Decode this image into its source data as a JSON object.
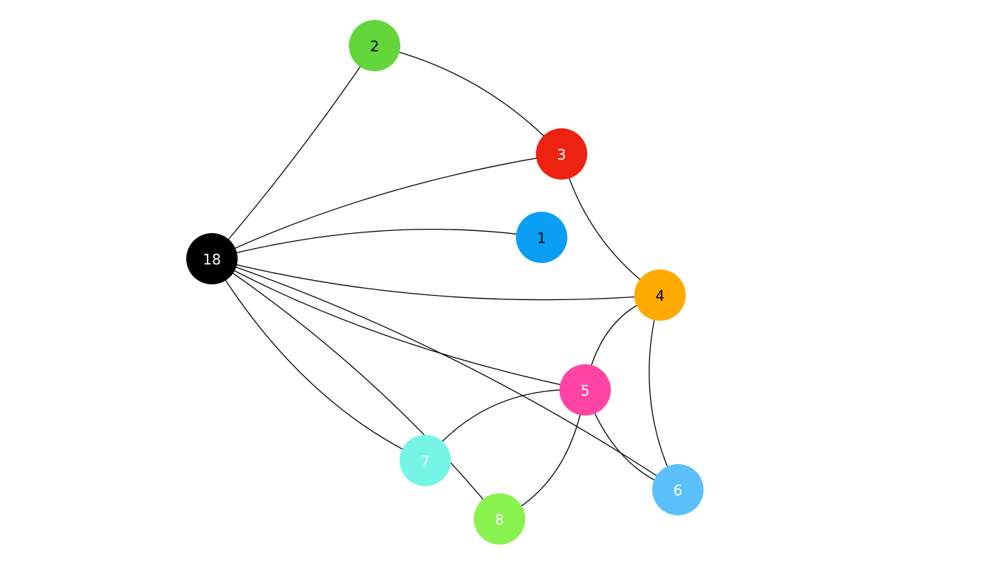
{
  "graph": {
    "nodes": [
      {
        "id": "n18",
        "label": "18",
        "color": "#000000",
        "text_color": "#ffffff"
      },
      {
        "id": "n1",
        "label": "1",
        "color": "#0a9ef5",
        "text_color": "#000000"
      },
      {
        "id": "n2",
        "label": "2",
        "color": "#62d63a",
        "text_color": "#000000"
      },
      {
        "id": "n3",
        "label": "3",
        "color": "#ee2211",
        "text_color": "#ffffff"
      },
      {
        "id": "n4",
        "label": "4",
        "color": "#ffaa00",
        "text_color": "#000000"
      },
      {
        "id": "n5",
        "label": "5",
        "color": "#ff44a3",
        "text_color": "#ffffff"
      },
      {
        "id": "n6",
        "label": "6",
        "color": "#5bc0fb",
        "text_color": "#ffffff"
      },
      {
        "id": "n7",
        "label": "7",
        "color": "#74f5e5",
        "text_color": "#ffffff"
      },
      {
        "id": "n8",
        "label": "8",
        "color": "#88f24e",
        "text_color": "#ffffff"
      }
    ],
    "edges": [
      {
        "from": "n18",
        "to": "n2"
      },
      {
        "from": "n18",
        "to": "n3"
      },
      {
        "from": "n18",
        "to": "n1"
      },
      {
        "from": "n18",
        "to": "n4"
      },
      {
        "from": "n18",
        "to": "n5"
      },
      {
        "from": "n18",
        "to": "n6"
      },
      {
        "from": "n18",
        "to": "n7"
      },
      {
        "from": "n18",
        "to": "n8"
      },
      {
        "from": "n2",
        "to": "n3"
      },
      {
        "from": "n3",
        "to": "n4"
      },
      {
        "from": "n4",
        "to": "n5"
      },
      {
        "from": "n4",
        "to": "n6"
      },
      {
        "from": "n5",
        "to": "n6"
      },
      {
        "from": "n5",
        "to": "n7"
      },
      {
        "from": "n5",
        "to": "n8"
      }
    ]
  }
}
